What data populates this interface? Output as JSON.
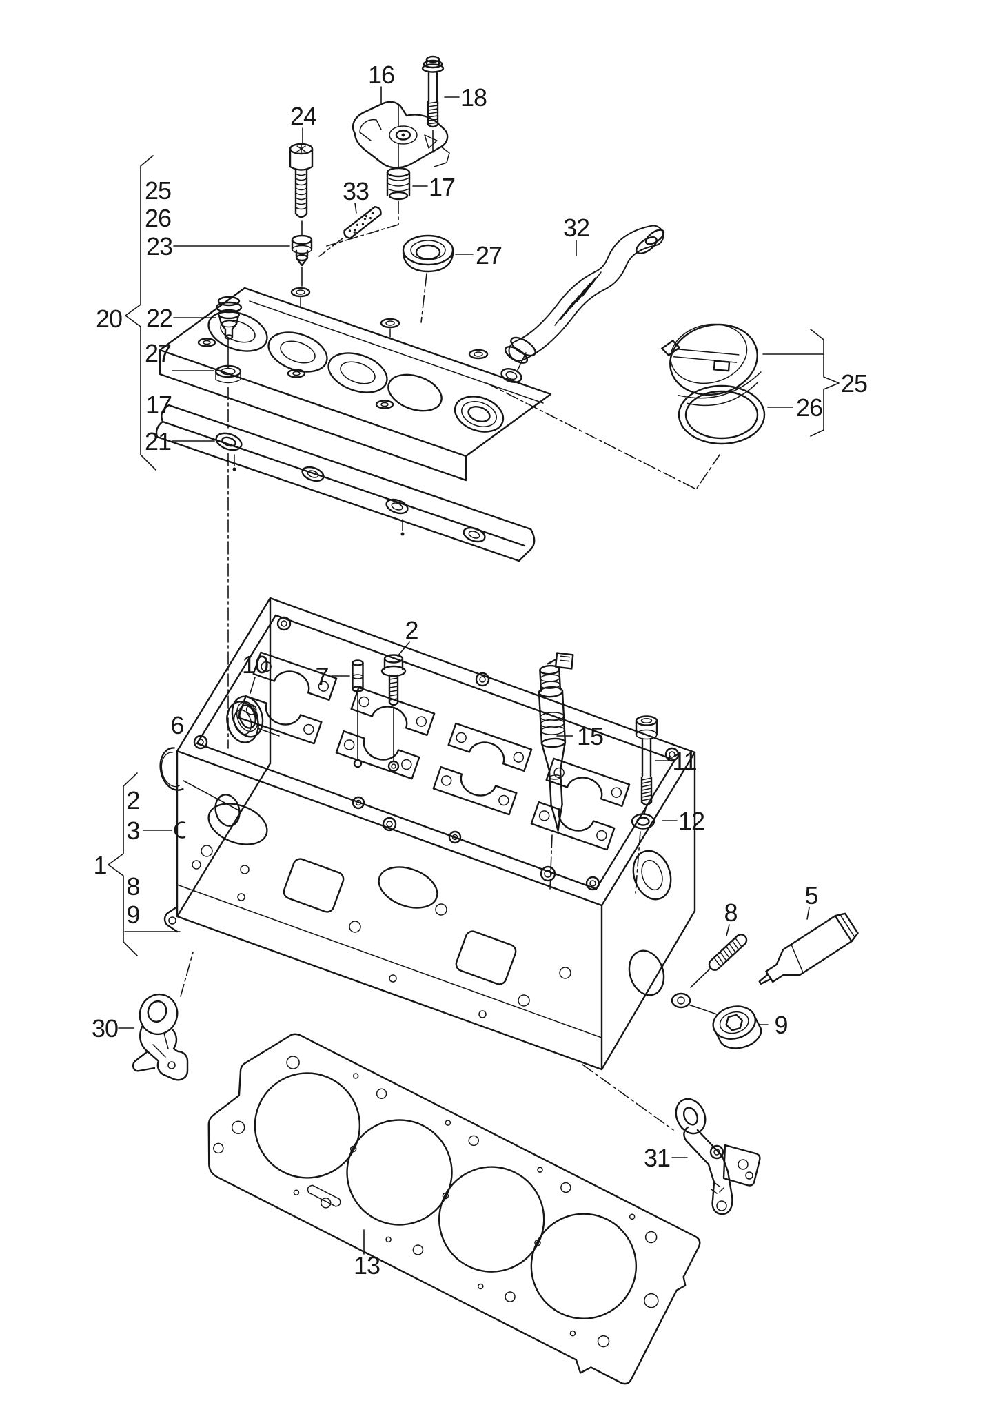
{
  "figure": {
    "type": "exploded-parts-diagram",
    "subject": "cylinder head and valve cover exploded view",
    "background_color": "#ffffff",
    "line_color": "#161616"
  },
  "callouts": {
    "c16": {
      "label": "16"
    },
    "c18": {
      "label": "18"
    },
    "c24": {
      "label": "24"
    },
    "c33": {
      "label": "33"
    },
    "c17_top": {
      "label": "17"
    },
    "c27_top": {
      "label": "27"
    },
    "c32": {
      "label": "32"
    },
    "c25_left": {
      "label": "25"
    },
    "c26_left": {
      "label": "26"
    },
    "c23_left": {
      "label": "23"
    },
    "c20_group": {
      "label": "20"
    },
    "c22_left": {
      "label": "22"
    },
    "c27_left": {
      "label": "27"
    },
    "c17_left": {
      "label": "17"
    },
    "c21_left": {
      "label": "21"
    },
    "c25_right": {
      "label": "25"
    },
    "c26_right": {
      "label": "26"
    },
    "c2_mid": {
      "label": "2"
    },
    "c10": {
      "label": "10"
    },
    "c7": {
      "label": "7"
    },
    "c15": {
      "label": "15"
    },
    "c11": {
      "label": "11"
    },
    "c12": {
      "label": "12"
    },
    "c6": {
      "label": "6"
    },
    "c2_list": {
      "label": "2"
    },
    "c3_list": {
      "label": "3"
    },
    "c1_group": {
      "label": "1"
    },
    "c8_list": {
      "label": "8"
    },
    "c9_list": {
      "label": "9"
    },
    "c30": {
      "label": "30"
    },
    "c8_stud": {
      "label": "8"
    },
    "c5": {
      "label": "5"
    },
    "c9_plug": {
      "label": "9"
    },
    "c31": {
      "label": "31"
    },
    "c13": {
      "label": "13"
    }
  }
}
